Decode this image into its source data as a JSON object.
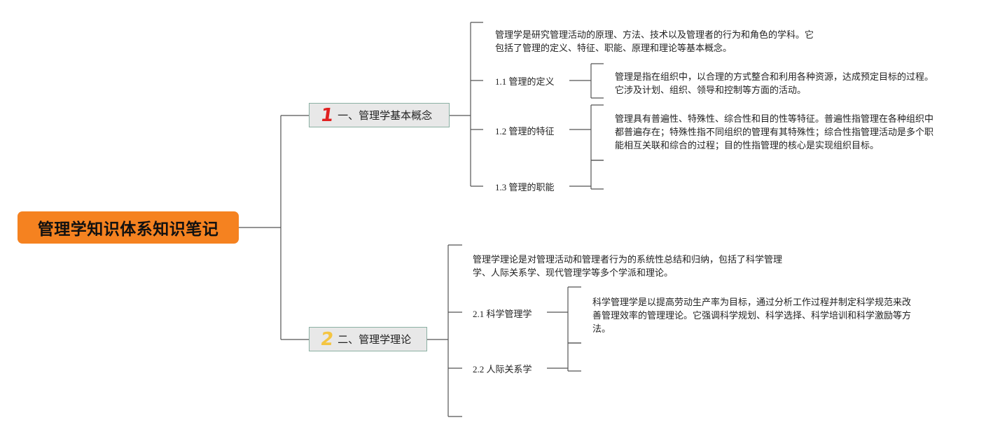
{
  "root": {
    "title": "管理学知识体系知识笔记"
  },
  "branches": [
    {
      "badge": "1",
      "badge_color": "#e02020",
      "title": "一、管理学基本概念",
      "intro": [
        "管理学是研究管理活动的原理、方法、技术以及管理者的行为和角色的学科。它",
        "包括了管理的定义、特征、职能、原理和理论等基本概念。"
      ],
      "subtopics": [
        {
          "label": "1.1 管理的定义",
          "detail": [
            "管理是指在组织中，以合理的方式整合和利用各种资源，达成预定目标的过程。",
            "它涉及计划、组织、领导和控制等方面的活动。"
          ]
        },
        {
          "label": "1.2 管理的特征",
          "detail": [
            "管理具有普遍性、特殊性、综合性和目的性等特征。普遍性指管理在各种组织中",
            "都普遍存在；特殊性指不同组织的管理有其特殊性；综合性指管理活动是多个职",
            "能相互关联和综合的过程；目的性指管理的核心是实现组织目标。"
          ]
        },
        {
          "label": "1.3 管理的职能",
          "detail": []
        }
      ]
    },
    {
      "badge": "2",
      "badge_color": "#f4c542",
      "title": "二、管理学理论",
      "intro": [
        "管理学理论是对管理活动和管理者行为的系统性总结和归纳，包括了科学管理",
        "学、人际关系学、现代管理学等多个学派和理论。"
      ],
      "subtopics": [
        {
          "label": "2.1 科学管理学",
          "detail": [
            "科学管理学是以提高劳动生产率为目标，通过分析工作过程并制定科学规范来改",
            "善管理效率的管理理论。它强调科学规划、科学选择、科学培训和科学激励等方",
            "法。"
          ]
        },
        {
          "label": "2.2 人际关系学",
          "detail": []
        }
      ]
    }
  ]
}
